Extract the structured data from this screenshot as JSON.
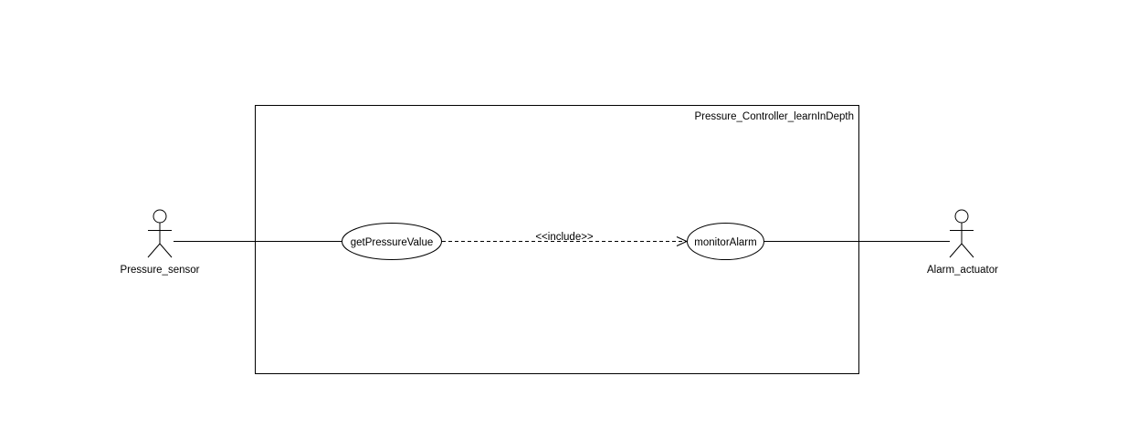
{
  "diagram": {
    "type": "uml-use-case",
    "system_boundary": {
      "name": "Pressure_Controller_learnInDepth"
    },
    "actors": [
      {
        "id": "pressure-sensor",
        "name": "Pressure_sensor"
      },
      {
        "id": "alarm-actuator",
        "name": "Alarm_actuator"
      }
    ],
    "use_cases": [
      {
        "id": "get-pressure-value",
        "name": "getPressureValue"
      },
      {
        "id": "monitor-alarm",
        "name": "monitorAlarm"
      }
    ],
    "relationships": [
      {
        "type": "association",
        "from": "Pressure_sensor",
        "to": "getPressureValue"
      },
      {
        "type": "include",
        "from": "getPressureValue",
        "to": "monitorAlarm",
        "label": "<<include>>"
      },
      {
        "type": "association",
        "from": "monitorAlarm",
        "to": "Alarm_actuator"
      }
    ],
    "colors": {
      "line": "#000000",
      "background": "#ffffff"
    }
  }
}
